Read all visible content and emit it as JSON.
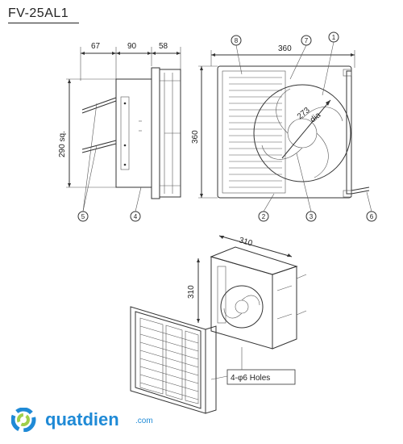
{
  "model": "FV-25AL1",
  "side_view": {
    "dimensions": {
      "d1": "67",
      "d2": "90",
      "d3": "58",
      "height": "290 sq."
    }
  },
  "front_view": {
    "dimensions": {
      "width": "360",
      "height": "360",
      "fan_dia_value": "273",
      "fan_dia_unit": "dia"
    }
  },
  "callouts": [
    "1",
    "2",
    "3",
    "4",
    "5",
    "6",
    "7",
    "8"
  ],
  "iso_view": {
    "dimensions": {
      "width": "310",
      "height": "310"
    },
    "holes_label": "4-φ6 Holes"
  },
  "logo": {
    "name": "quatdien",
    "suffix": ".com",
    "icon": "swirl-logo-icon",
    "color": "#1f8ad6"
  }
}
